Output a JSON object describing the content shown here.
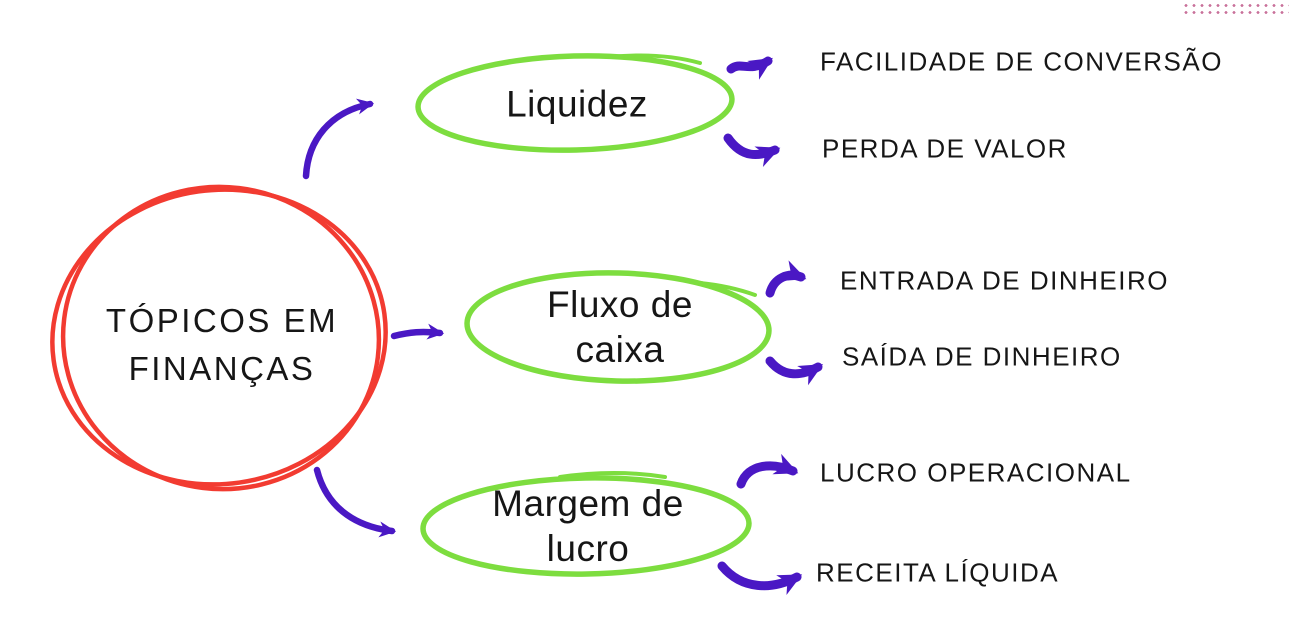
{
  "diagram_type": "mind-map",
  "colors": {
    "red": "#f23b31",
    "green": "#7ddd3f",
    "purple": "#4a18c4",
    "text": "#161616",
    "dots": "#c9729b"
  },
  "center": {
    "label": "TÓPICOS EM FINANÇAS"
  },
  "branches": [
    {
      "label": "Liquidez",
      "children": [
        "FACILIDADE DE CONVERSÃO",
        "PERDA DE VALOR"
      ]
    },
    {
      "label": "Fluxo de caixa",
      "children": [
        "ENTRADA DE DINHEIRO",
        "SAÍDA DE DINHEIRO"
      ]
    },
    {
      "label": "Margem de lucro",
      "children": [
        "LUCRO OPERACIONAL",
        "RECEITA LÍQUIDA"
      ]
    }
  ]
}
